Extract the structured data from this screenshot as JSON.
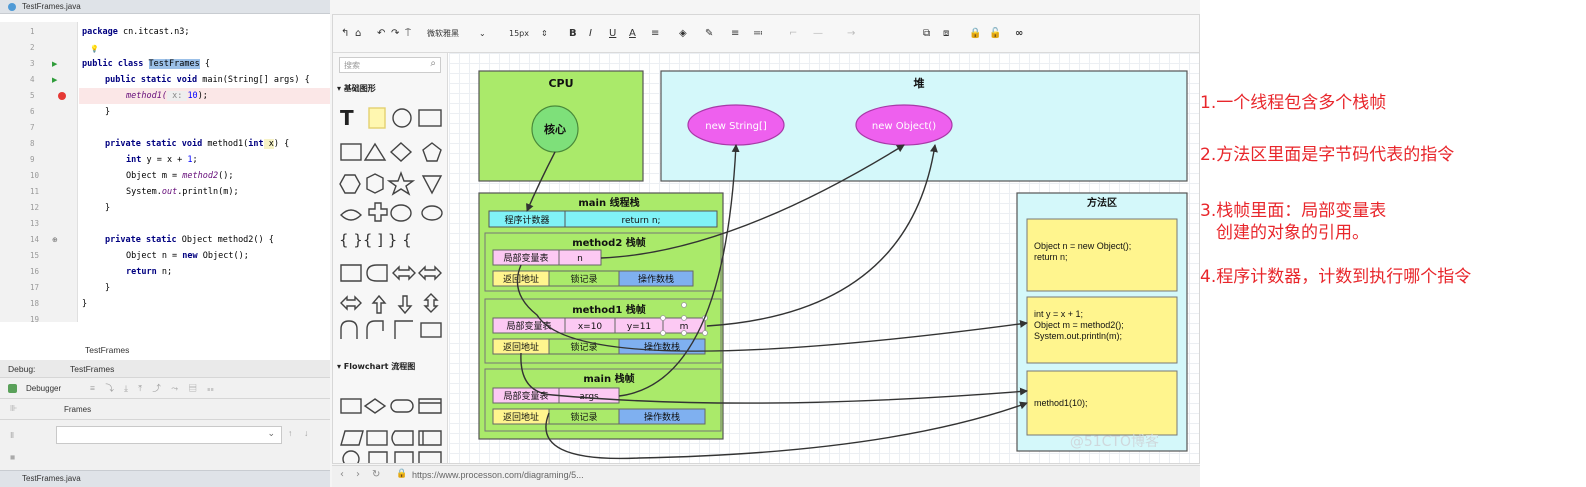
{
  "ide": {
    "file_tab": "TestFrames.java",
    "line_numbers": [
      "1",
      "2",
      "3",
      "4",
      "5",
      "6",
      "7",
      "8",
      "9",
      "10",
      "11",
      "12",
      "13",
      "14",
      "15",
      "16",
      "17",
      "18",
      "19"
    ],
    "code": {
      "l1_kw": "package",
      "l1_rest": " cn.itcast.n3;",
      "l3_kw": "public class ",
      "l3_cls": "TestFrames",
      "l3_rest": " {",
      "l4_kw": "public static void",
      "l4_rest": " main(String[] args) {",
      "l5_m": "method1(",
      "l5_hint": " x: ",
      "l5_num": "10",
      "l5_end": ");",
      "l6": "}",
      "l8_kw": "private static void",
      "l8_rest": " method1(",
      "l8_kw2": "int",
      "l8_x": " x",
      "l8_end": ") {",
      "l9_kw": "int",
      "l9_rest": " y = x + ",
      "l9_num": "1",
      "l9_end": ";",
      "l10_a": "Object m = ",
      "l10_m": "method2",
      "l10_end": "();",
      "l11_a": "System.",
      "l11_out": "out",
      "l11_end": ".println(m);",
      "l12": "}",
      "l14_kw": "private static",
      "l14_rest": " Object method2() {",
      "l15_a": "Object n = ",
      "l15_kw": "new",
      "l15_end": " Object();",
      "l16_kw": "return",
      "l16_rest": " n;",
      "l17": "}",
      "l18": "}"
    },
    "breadcrumb": "TestFrames",
    "debug_label": "Debug:",
    "debug_tab": "TestFrames",
    "debugger_tab": "Debugger",
    "frames_label": "Frames",
    "bottom_tab": "TestFrames.java"
  },
  "drawio": {
    "toolbar": {
      "font": "微软雅黑",
      "size": "15px",
      "bold": "B",
      "italic": "I",
      "underline": "U",
      "fontcolor": "A"
    },
    "search_placeholder": "搜索",
    "lib_basic": "▾ 基础图形",
    "lib_flowchart": "▾ Flowchart 流程图",
    "url": "https://www.processon.com/diagraming/5...",
    "diagram": {
      "cpu_title": "CPU",
      "core": "核心",
      "heap_title": "堆",
      "new_string": "new String[]",
      "new_object": "new Object()",
      "main_stack_title": "main 线程栈",
      "pc_label": "程序计数器",
      "pc_value": "return n;",
      "m2_title": "method2 栈帧",
      "m1_title": "method1 栈帧",
      "main_frame_title": "main 栈帧",
      "local_vars": "局部变量表",
      "ret_addr": "返回地址",
      "lock_rec": "锁记录",
      "op_stack": "操作数栈",
      "m2_n": "n",
      "m1_x": "x=10",
      "m1_y": "y=11",
      "m1_m": "m",
      "main_args": "args",
      "method_area": "方法区",
      "ma_box1": "Object n = new Object();\nreturn n;",
      "ma_box2": "int y = x + 1;\nObject m = method2();\nSystem.out.println(m);",
      "ma_box3": "method1(10);",
      "watermark": "@51CTO博客"
    }
  },
  "notes": {
    "n1": "1.一个线程包含多个栈帧",
    "n2": "2.方法区里面是字节码代表的指令",
    "n3a": "3.栈帧里面：局部变量表",
    "n3b": "创建的对象的引用。",
    "n4": "4.程序计数器，计数到执行哪个指令"
  },
  "colors": {
    "note_red": "#e8262b",
    "frame_green": "#aaea6a",
    "box_cyan": "#d4f8fa",
    "box_yellow": "#fff58e",
    "box_pink": "#fcc9f3",
    "node_magenta": "#ee60ee",
    "core_green": "#7ee07a"
  }
}
